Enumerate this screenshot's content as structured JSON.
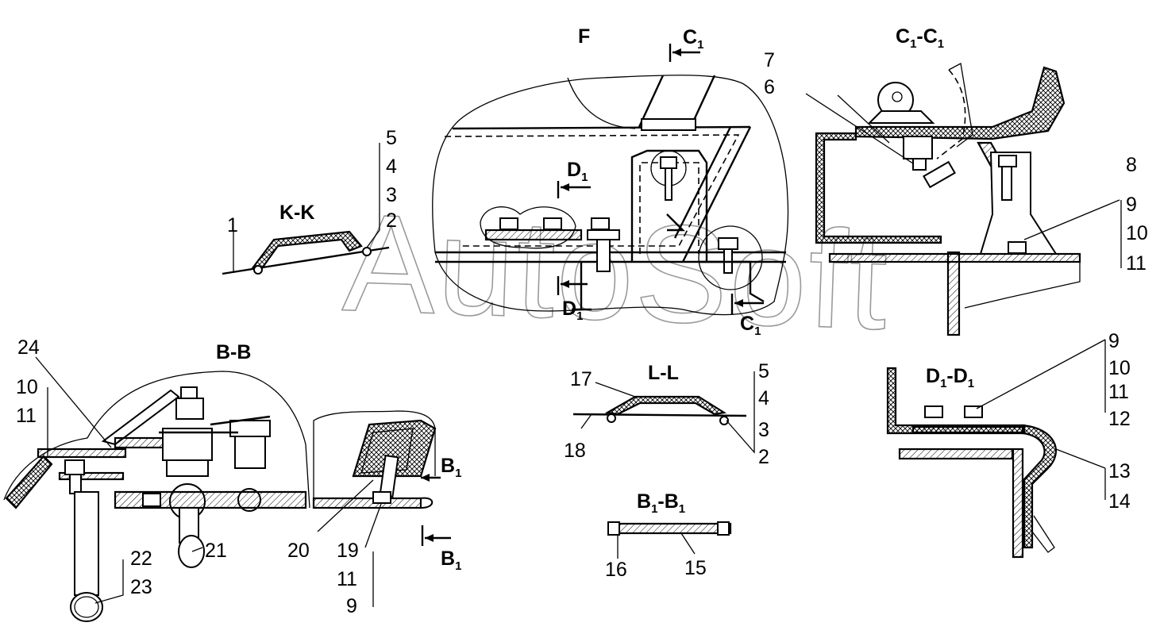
{
  "watermark": "AutoSoft",
  "views": {
    "f": {
      "title": "F"
    },
    "kk": {
      "title": "K-K"
    },
    "ll": {
      "title": "L-L"
    },
    "bb": {
      "title": "B-B"
    },
    "c1c1": {
      "a": "C",
      "a_sub": "1",
      "sep": "-",
      "b": "C",
      "b_sub": "1"
    },
    "d1d1": {
      "a": "D",
      "a_sub": "1",
      "sep": "-",
      "b": "D",
      "b_sub": "1"
    },
    "b1b1": {
      "a": "B",
      "a_sub": "1",
      "sep": "-",
      "b": "B",
      "b_sub": "1"
    }
  },
  "markers": {
    "c1_top": {
      "letter": "C",
      "sub": "1"
    },
    "c1_bottom": {
      "letter": "C",
      "sub": "1"
    },
    "d1_top": {
      "letter": "D",
      "sub": "1"
    },
    "d1_bottom": {
      "letter": "D",
      "sub": "1"
    },
    "b1_top": {
      "letter": "B",
      "sub": "1"
    },
    "b1_bottom": {
      "letter": "B",
      "sub": "1"
    }
  },
  "callouts": {
    "c1": "1",
    "c2": "2",
    "c3": "3",
    "c4": "4",
    "c5": "5",
    "c6": "6",
    "c7": "7",
    "c8": "8",
    "c9": "9",
    "c10": "10",
    "c11": "11",
    "c12": "12",
    "c13": "13",
    "c14": "14",
    "c15": "15",
    "c16": "16",
    "c17": "17",
    "c18": "18",
    "c19": "19",
    "c20": "20",
    "c21": "21",
    "c22": "22",
    "c23": "23",
    "c24": "24"
  }
}
